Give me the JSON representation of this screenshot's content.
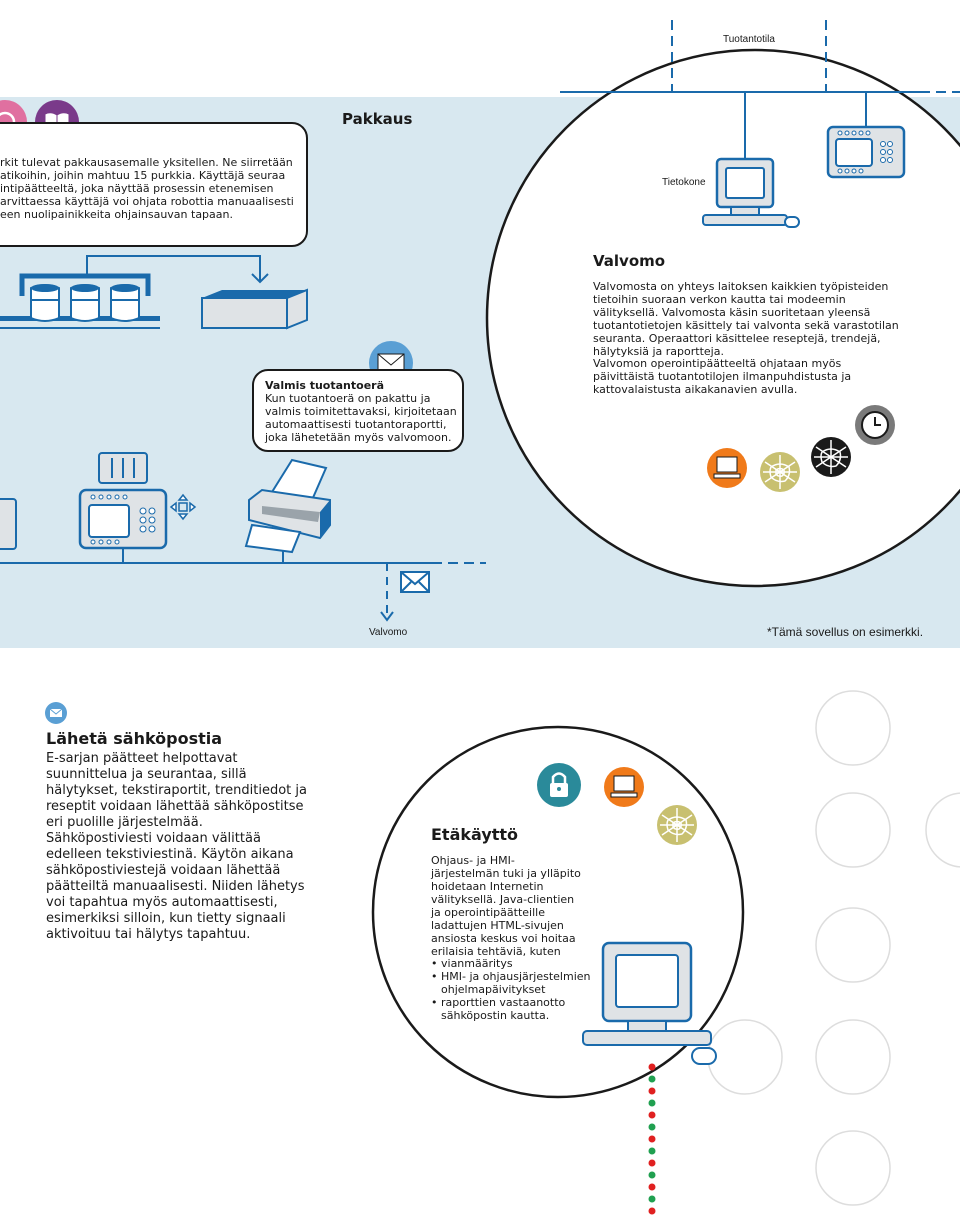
{
  "top": {
    "production_label": "Tuotantotila",
    "packaging_title": "Pakkaus",
    "intro_text": "rkit tulevat pakkausasemalle yksitellen. Ne siirretään atikoihin, joihin mahtuu 15 purkkia. Käyttäjä seuraa intipäätteeltä, joka näyttää prosessin etenemisen arvittaessa käyttäjä voi ohjata robottia manuaalisesti een nuolipainikkeita ohjainsauvan tapaan.",
    "computer_label": "Tietokone",
    "valvomo_title": "Valvomo",
    "valvomo_text_1": "Valvomosta on yhteys laitoksen kaikkien työpisteiden tietoihin suoraan verkon kautta tai modeemin välityksellä. Valvomosta käsin suoritetaan yleensä tuotantotietojen käsittely tai valvonta sekä varastotilan seuranta. Operaattori käsittelee reseptejä, trendejä, hälytyksiä ja raportteja.",
    "valvomo_text_2": "Valvomon operointipäätteeltä ohjataan myös päivittäistä tuotantotilojen ilmanpuhdistusta ja kattovalaistusta aikakanavien avulla.",
    "batch_title": "Valmis tuotantoerä",
    "batch_text": "Kun tuotantoerä on pakattu ja valmis toimitettavaksi, kirjoitetaan automaattisesti tuotantoraportti, joka lähetetään myös valvomoon.",
    "valvomo_label": "Valvomo",
    "example_note": "*Tämä sovellus on esimerkki."
  },
  "email": {
    "title": "Lähetä sähköpostia",
    "text": "E-sarjan päätteet helpottavat suunnittelua ja seurantaa, sillä hälytykset, tekstiraportit, trenditiedot ja reseptit voidaan lähettää sähköpostitse eri puolille järjestelmää. Sähköpostiviesti voidaan välittää edelleen tekstiviestinä. Käytön aikana sähköpostiviestejä voidaan lähettää päätteiltä manuaalisesti. Niiden lähetys voi tapahtua myös automaattisesti, esimerkiksi silloin, kun tietty signaali aktivoituu tai hälytys tapahtuu."
  },
  "remote": {
    "title": "Etäkäyttö",
    "text": "Ohjaus- ja HMI-järjestelmän tuki ja ylläpito hoidetaan Internetin välityksellä. Java-clientien ja operointipäätteille ladattujen HTML-sivujen ansiosta keskus voi hoitaa erilaisia tehtäviä, kuten",
    "items": [
      "vianmääritys",
      "HMI- ja ohjausjärjestelmien ohjelmapäivitykset",
      "raporttien vastaanotto sähköpostin kautta."
    ]
  },
  "colors": {
    "band": "#d8e8f0",
    "blue": "#1a6aab",
    "light_blue": "#5a9fd4",
    "orange": "#f07a1a",
    "olive": "#c8c070",
    "teal": "#2a8a9a",
    "purple": "#7a3a8a",
    "pink": "#e070a0",
    "red_dot": "#e02020",
    "green_dot": "#20a050"
  },
  "icons": [
    "email-icon",
    "computer-icon",
    "spider-web-icon",
    "clock-icon",
    "lock-icon",
    "book-icon",
    "gear-icon",
    "printer-icon"
  ]
}
